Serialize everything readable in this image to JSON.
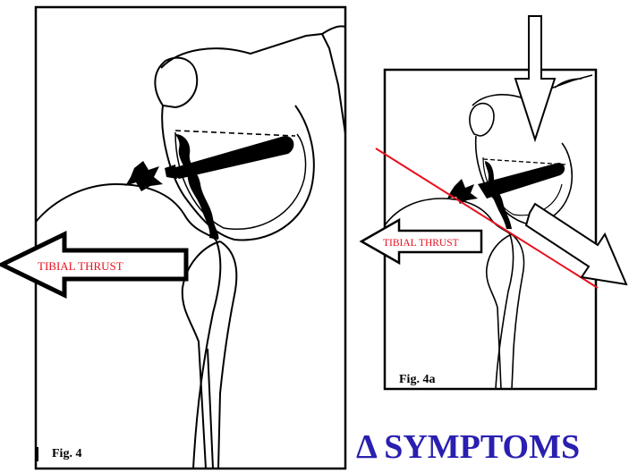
{
  "figure_left": {
    "caption": "Fig. 4",
    "arrow_label": "TIBIAL THRUST"
  },
  "figure_right": {
    "caption": "Fig. 4a",
    "arrow_label": "TIBIAL THRUST"
  },
  "headline": "Δ SYMPTOMS",
  "colors": {
    "line": "#000000",
    "arrow_label": "#e8101e",
    "slope_line": "#e8101e",
    "headline": "#2a1fb0"
  }
}
